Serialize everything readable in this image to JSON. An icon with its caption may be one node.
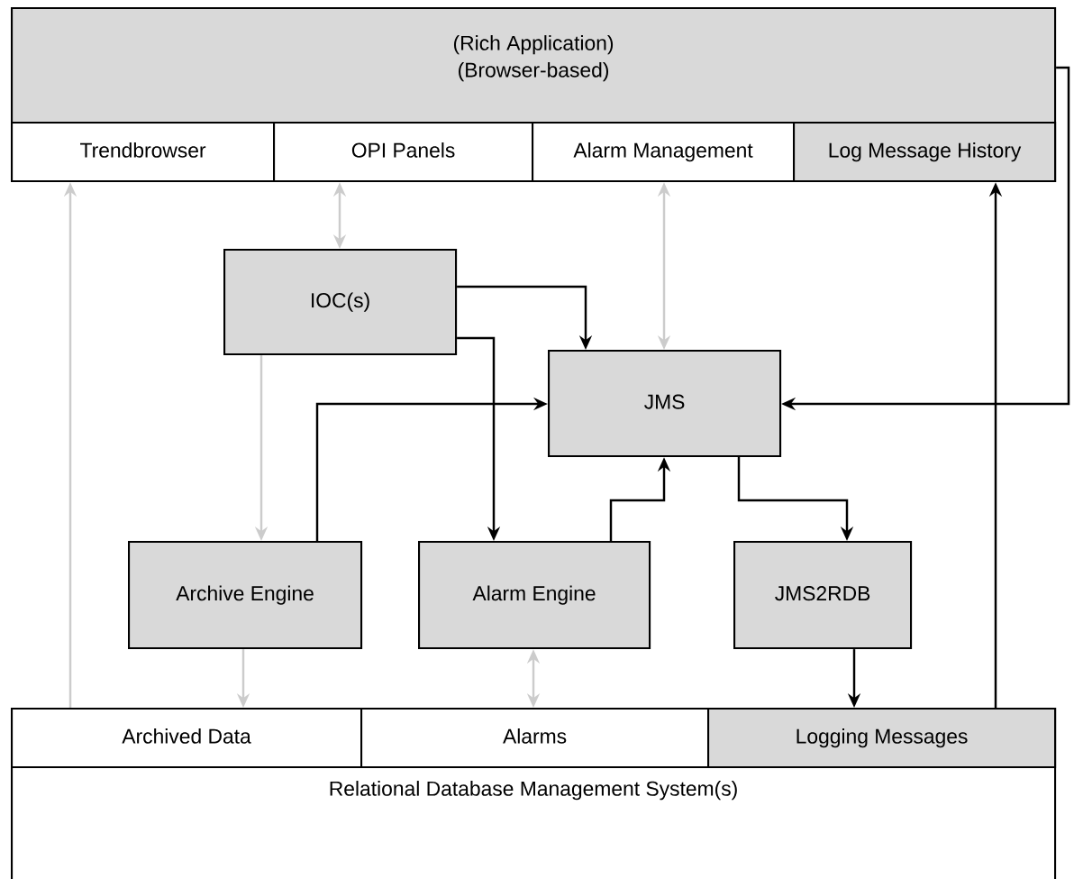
{
  "diagram": {
    "nodes": [
      {
        "text": [
          "(Rich Application)",
          "(Browser-based)"
        ]
      },
      {
        "text": [
          "Trendbrowser"
        ],
        "in": 0
      },
      {
        "text": [
          "OPI Panels"
        ],
        "in": 0
      },
      {
        "text": [
          "Alarm Management"
        ],
        "in": 0
      },
      {
        "text": [
          "Log Message History"
        ],
        "in": 0
      },
      {
        "text": [
          "IOC(s)"
        ]
      },
      {
        "text": [
          "JMS"
        ]
      },
      {
        "text": [
          "Archive Engine"
        ]
      },
      {
        "text": [
          "Alarm Engine"
        ]
      },
      {
        "text": [
          "JMS2RDB"
        ]
      },
      {
        "text": [
          "Relational Database Management System(s)"
        ]
      },
      {
        "text": [
          "Archived Data"
        ],
        "in": 10
      },
      {
        "text": [
          "Alarms"
        ],
        "in": 10
      },
      {
        "text": [
          "Logging Messages"
        ],
        "in": 10
      }
    ],
    "edges": [
      {
        "from": 11,
        "to": 1,
        "arrow": "to",
        "color": "#cccccc"
      },
      {
        "from": 2,
        "to": 5,
        "arrow": "both",
        "color": "#cccccc"
      },
      {
        "from": 3,
        "to": 6,
        "arrow": "both",
        "color": "#cccccc"
      },
      {
        "from": 5,
        "to": 7,
        "arrow": "to",
        "color": "#cccccc"
      },
      {
        "from": 5,
        "to": 6,
        "arrow": "to"
      },
      {
        "from": 5,
        "to": 8,
        "arrow": "to"
      },
      {
        "from": 7,
        "to": 6,
        "arrow": "to"
      },
      {
        "from": 8,
        "to": 6,
        "arrow": "to"
      },
      {
        "from": 6,
        "to": 9,
        "arrow": "to"
      },
      {
        "from": 7,
        "to": 11,
        "arrow": "to",
        "color": "#cccccc"
      },
      {
        "from": 8,
        "to": 12,
        "arrow": "both",
        "color": "#cccccc"
      },
      {
        "from": 9,
        "to": 13,
        "arrow": "to"
      },
      {
        "from": 13,
        "to": 4,
        "arrow": "to"
      },
      {
        "from": 0,
        "to": 6,
        "arrow": "to"
      }
    ]
  }
}
